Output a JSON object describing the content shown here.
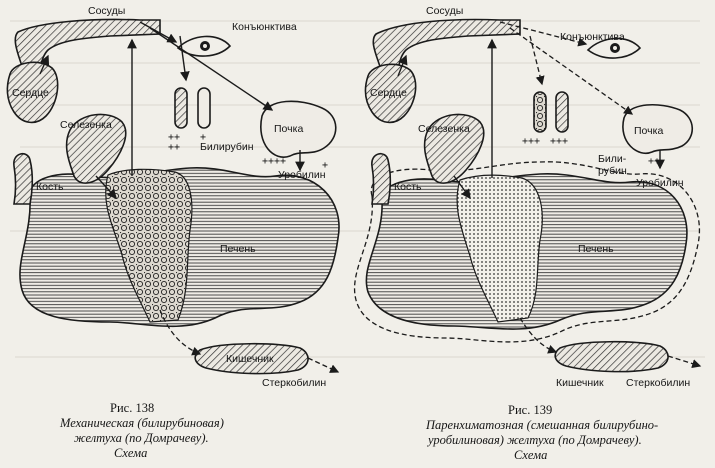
{
  "fig138": {
    "labels": {
      "vessels": "Сосуды",
      "conjunctiva": "Конъюнктива",
      "heart": "Сердце",
      "spleen": "Селезенка",
      "kidney": "Почка",
      "bilirubin": "Билирубин",
      "bone": "Кость",
      "urobilin": "Уробилин",
      "liver": "Печень",
      "intestine": "Кишечник",
      "stercobilin": "Стеркобилин"
    },
    "signs": {
      "tube_left_bottom": "++",
      "tube_left_top": "++",
      "tube_right": "+",
      "kidney_out": "++++",
      "urobilin_sign": "+"
    },
    "caption": {
      "number": "Рис. 138",
      "line1": "Механическая (билирубиновая)",
      "line2": "желтуха (по Домрачеву).",
      "line3": "Схема"
    }
  },
  "fig139": {
    "labels": {
      "vessels": "Сосуды",
      "conjunctiva": "Конъюнктива",
      "heart": "Сердце",
      "spleen": "Селезенка",
      "kidney": "Почка",
      "bilirubin_line1": "Били-",
      "bilirubin_line2": "рубин",
      "urobilin": "Уробилин",
      "bone": "Кость",
      "liver": "Печень",
      "intestine": "Кишечник",
      "stercobilin": "Стеркобилин"
    },
    "signs": {
      "tube_left": "+++",
      "tube_right": "+++",
      "kidney_out": "++"
    },
    "caption": {
      "number": "Рис. 139",
      "line1": "Паренхиматозная (смешанная билирубино-",
      "line2": "уробилиновая) желтуха (по Домрачеву).",
      "line3": "Схема"
    }
  }
}
